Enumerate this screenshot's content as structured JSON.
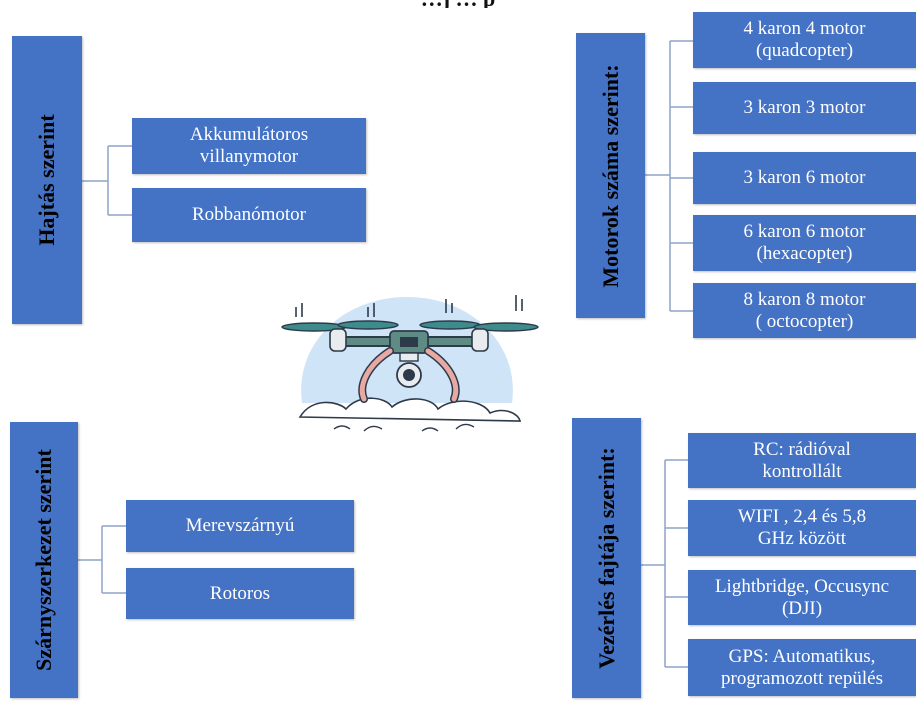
{
  "header": {
    "title": "…j … p"
  },
  "groups": {
    "hajtas": {
      "label": "Hajtás szerint",
      "items": [
        "Akkumulátoros\nvillanymotor",
        "Robbanómotor"
      ]
    },
    "motorok": {
      "label": "Motorok száma szerint:",
      "items": [
        "4 karon 4 motor\n(quadcopter)",
        "3 karon 3 motor",
        "3 karon 6 motor",
        "6 karon 6 motor\n(hexacopter)",
        "8 karon 8 motor\n( octocopter)"
      ]
    },
    "szarny": {
      "label": "Szárnyszerkezet szerint",
      "items": [
        "Merevszárnyú",
        "Rotoros"
      ]
    },
    "vezerles": {
      "label": "Vezérlés fajtája szerint:",
      "items": [
        "RC: rádióval\nkontrollált",
        "WIFI , 2,4 és 5,8\nGHz között",
        "Lightbridge, Occusync\n(DJI)",
        "GPS: Automatikus,\nprogramozott repülés"
      ]
    }
  },
  "colors": {
    "box": "#4472c4",
    "box_text": "#ffffff",
    "category_text": "#000000",
    "connector": "#8ea4c8",
    "halo": "#cfe4f7"
  },
  "illustration": {
    "icon": "drone-icon"
  }
}
